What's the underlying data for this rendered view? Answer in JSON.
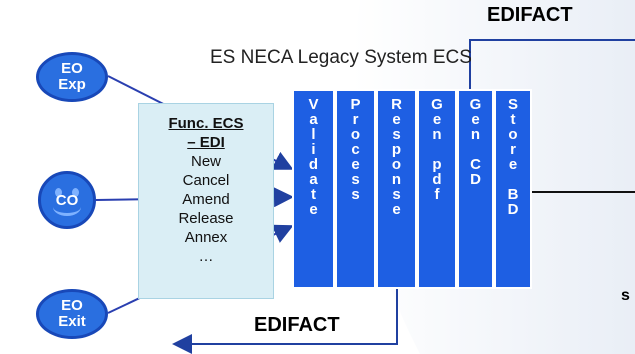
{
  "header": {
    "edifact_top": "EDIFACT",
    "system_title": "ES NECA Legacy System ECS"
  },
  "actors": {
    "eo_exp": [
      "EO",
      "Exp"
    ],
    "co": "CO",
    "eo_exit": [
      "EO",
      "Exit"
    ]
  },
  "func_box": {
    "title_lines": [
      "Func. ECS",
      "– EDI"
    ],
    "items": [
      "New",
      "Cancel",
      "Amend",
      "Release",
      "Annex",
      "…"
    ]
  },
  "columns": [
    {
      "id": "validate",
      "text": "V\na\nl\ni\nd\na\nt\ne"
    },
    {
      "id": "process",
      "text": "P\nr\no\nc\ne\ns\ns"
    },
    {
      "id": "response",
      "text": "R\ne\ns\np\no\nn\ns\ne"
    },
    {
      "id": "gen-pdf",
      "text": "G\ne\nn\n\np\nd\nf"
    },
    {
      "id": "gen-cd",
      "text": "G\ne\nn\n\nC\nD"
    },
    {
      "id": "store-bd",
      "text": "S\nt\no\nr\ne\n\nB\nD"
    }
  ],
  "footer": {
    "edifact_bottom": "EDIFACT",
    "partial_label": "s"
  },
  "colors": {
    "actor": "#2a6fe0",
    "column": "#1e5fe3",
    "func_box": "#daeef5",
    "arrow": "#2040a0"
  }
}
